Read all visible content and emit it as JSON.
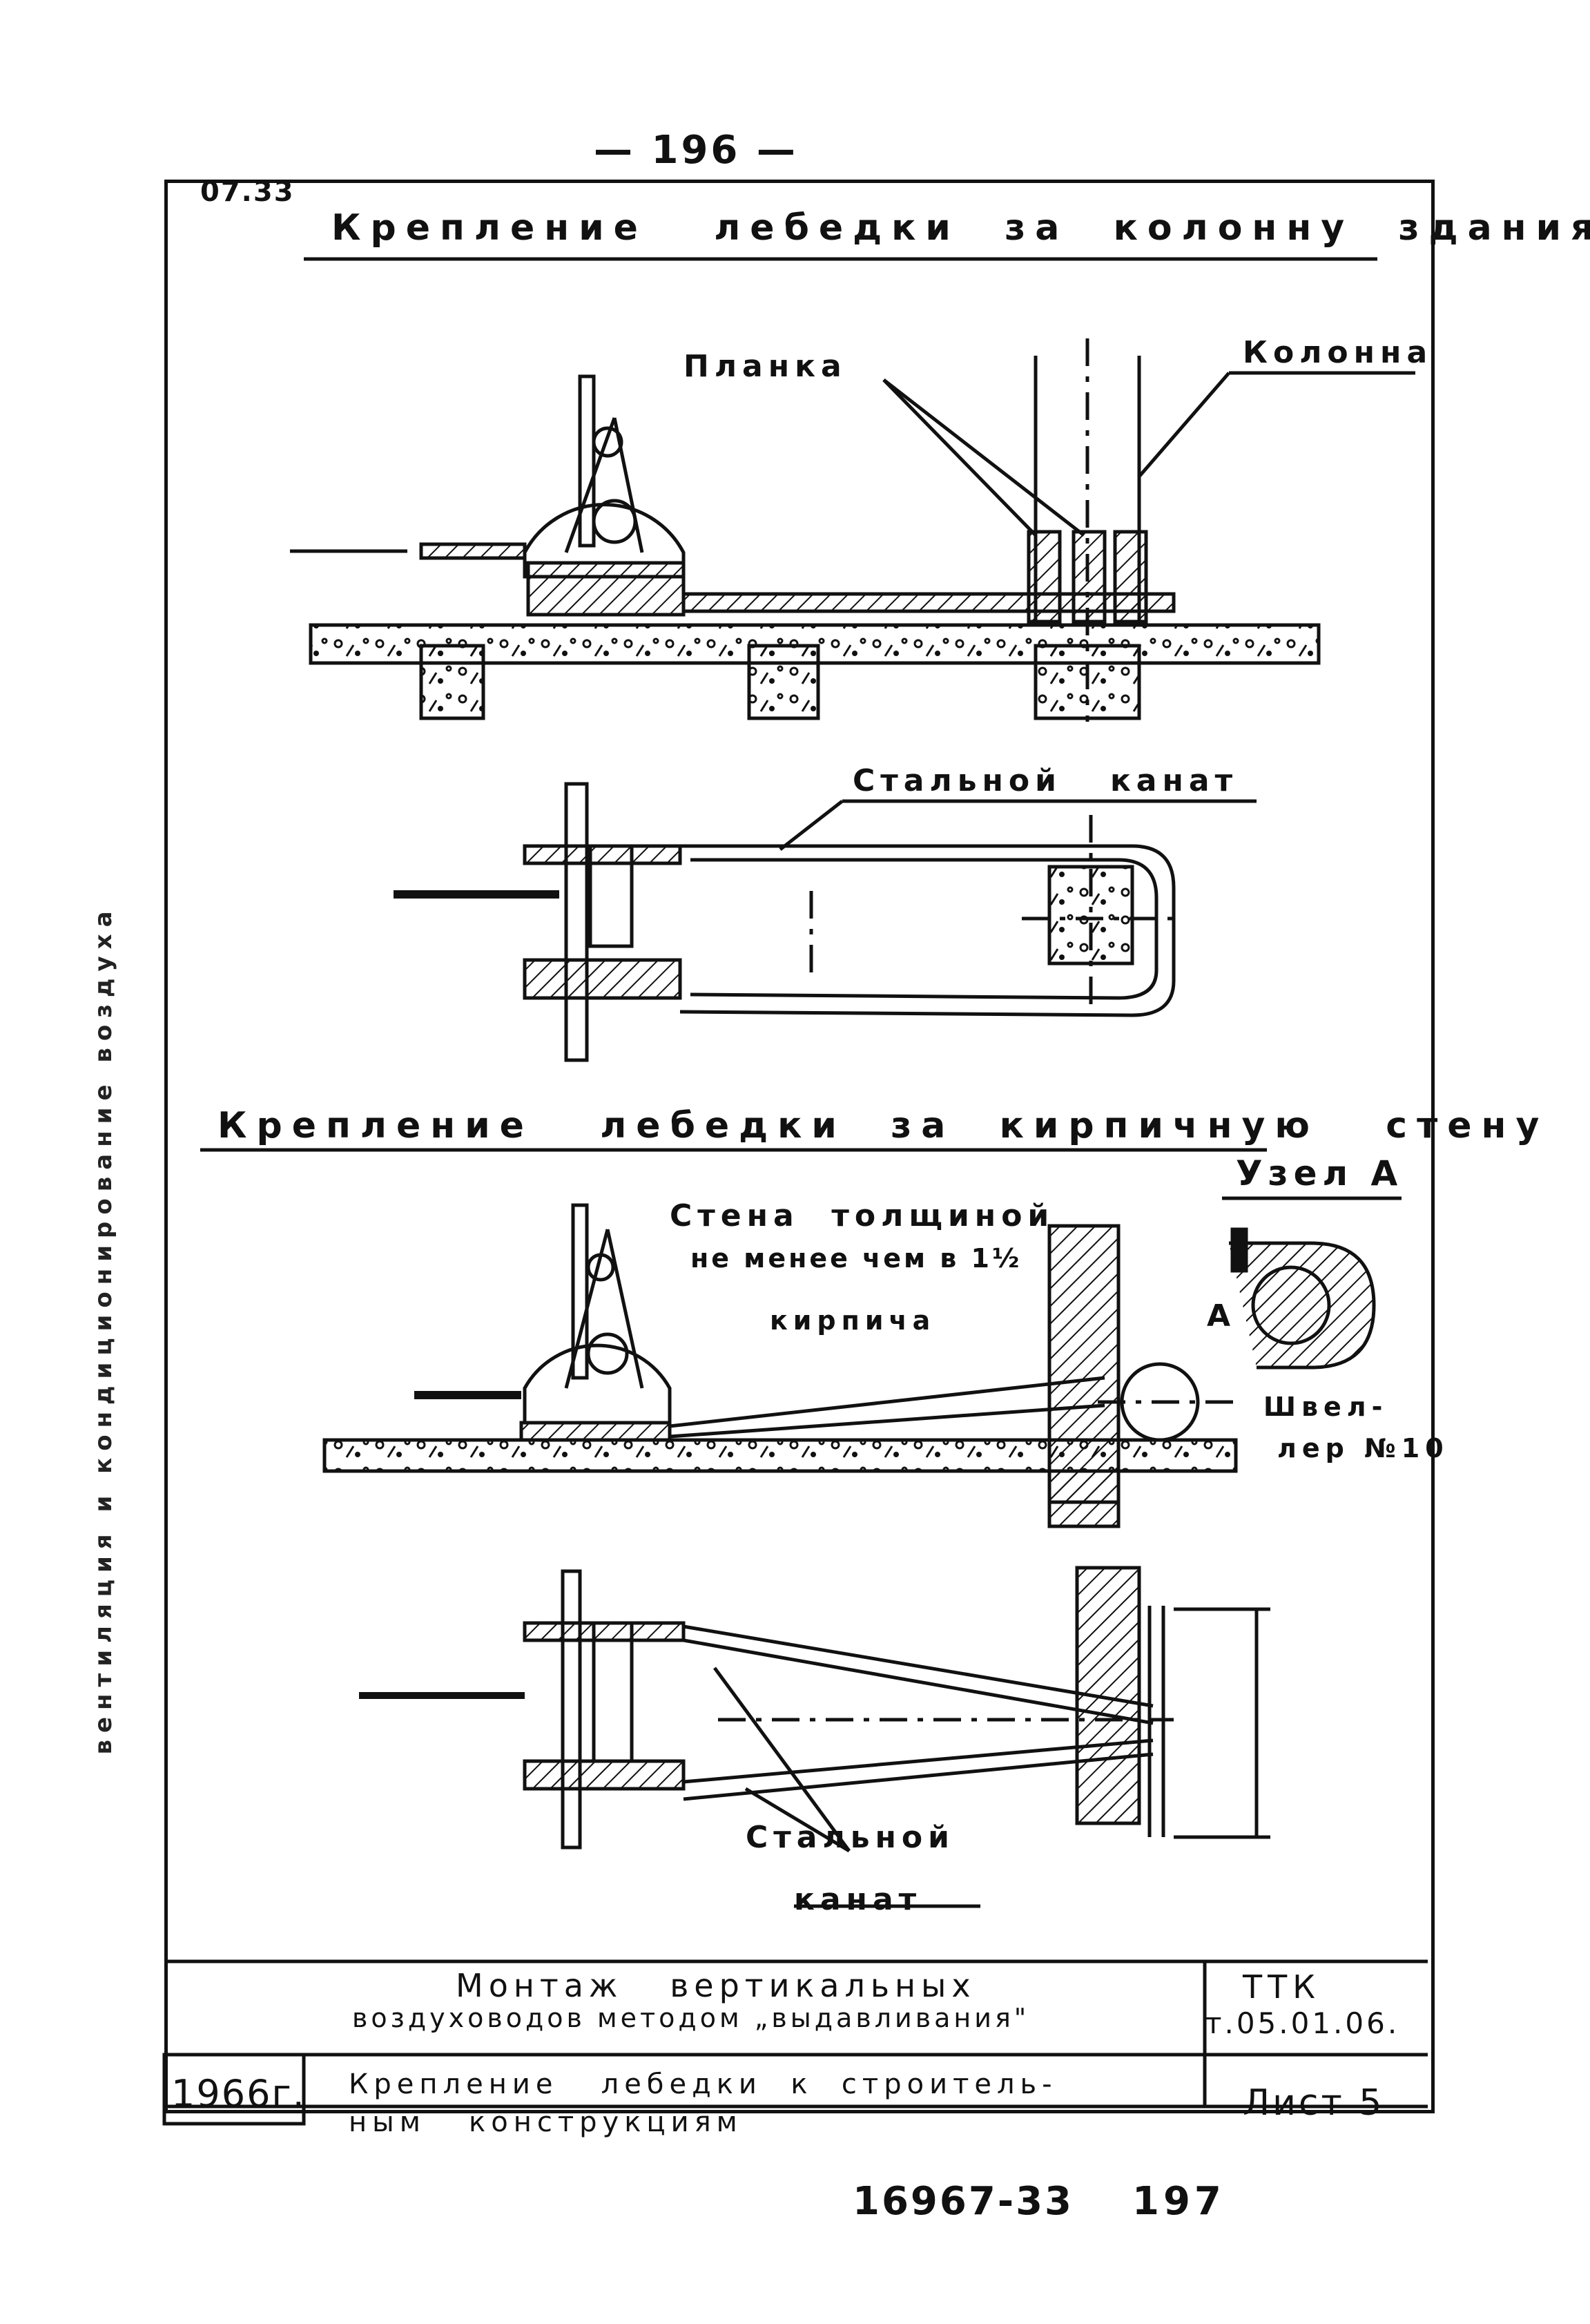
{
  "page": {
    "top_number": "— 196 —",
    "corner_code": "07.33",
    "bottom_codes": "16967-33",
    "bottom_page": "197"
  },
  "section1": {
    "title": "Крепление   лебедки  за  колонну  здания",
    "label_planka": "Планка",
    "label_kolonna": "Колонна",
    "label_kanat": "Стальной   канат"
  },
  "section2": {
    "title": "Крепление   лебедки  за  кирпичную   стену",
    "label_uzel": "Узел А",
    "wall_line1": "Стена  толщиной",
    "wall_line2": "не менее чем в 1½",
    "wall_line3": "кирпича",
    "label_a": "А",
    "shveller_line1": "Швел-",
    "shveller_line2": "лер №10",
    "kanat_line1": "Стальной",
    "kanat_line2": "канат"
  },
  "title_block": {
    "main_line1": "Монтаж   вертикальных",
    "main_line2": "воздуховодов методом „выдавливания\"",
    "code_line1": "ТТК",
    "code_line2": "т.05.01.06.",
    "year": "1966г.",
    "sub_line1": "Крепление   лебедки  к  строитель-",
    "sub_line2": "ным   конструкциям",
    "sheet": "Лист 5"
  },
  "margin": {
    "side_text": "вентиляция  и кондиционирование воздуха"
  }
}
